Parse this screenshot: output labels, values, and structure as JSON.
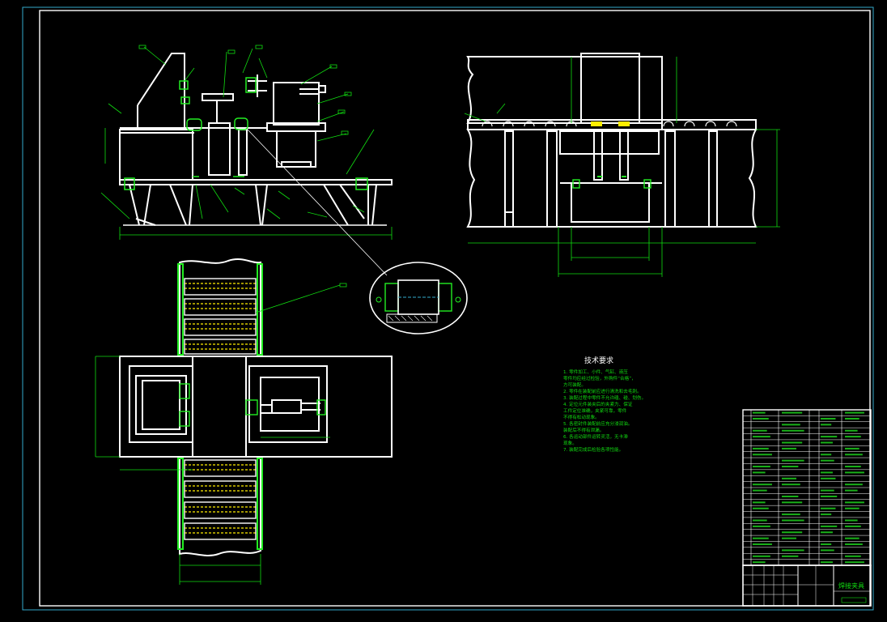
{
  "technical_requirements": {
    "title": "技术要求",
    "items": [
      "1.  零件加工、小件、气缸、液压",
      "    零件均应经过检验，外购件“合格”，",
      "    方可装配。",
      "2.  零件在装配前应进行清洗和去毛刺。",
      "3.  装配过程中零件不允许磕、碰、划伤。",
      "4.  定位元件装夹后的夹紧力、保证",
      "    工件定位准确，夹紧可靠，零件",
      "    不得有松动现象。",
      "5.  各密封件装配前应充分浸润油。",
      "    装配后不得有泄漏。",
      "6.  各运动部件运转灵活，无卡滞",
      "    现象。",
      "7.  装配完成后检验各项性能。"
    ]
  },
  "title_block": {
    "drawing_name": "焊接夹具"
  },
  "colors": {
    "background": "#000000",
    "outline": "#ffffff",
    "dimension": "#11dd11",
    "frame": "#33aacc",
    "fill_green": "#22ee22",
    "fill_yellow": "#ffee00",
    "hidden": "#ccaa00"
  }
}
